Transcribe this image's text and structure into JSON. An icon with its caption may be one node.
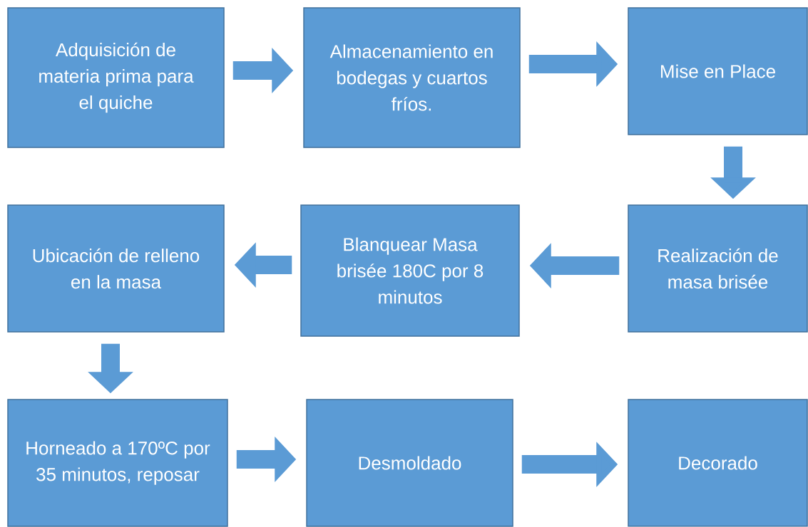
{
  "diagram": {
    "nodes": [
      {
        "text": [
          "Adquisición de materia prima para el quiche"
        ]
      },
      {
        "text": [
          "Almacenamiento en bodegas y cuartos fríos."
        ]
      },
      {
        "text": [
          "Mise en Place"
        ]
      },
      {
        "text": [
          "Realización de masa brisée"
        ]
      },
      {
        "text": [
          "Blanquear Masa brisée 180C por 8 minutos"
        ]
      },
      {
        "text": [
          "Ubicación de relleno en la masa"
        ]
      },
      {
        "text": [
          "Horneado a 170ºC por 35 minutos, reposar"
        ]
      },
      {
        "text": [
          "Desmoldado"
        ]
      },
      {
        "text": [
          "Decorado"
        ]
      }
    ],
    "edges": [
      {
        "from": 0,
        "to": 1,
        "arrow": "to"
      },
      {
        "from": 1,
        "to": 2,
        "arrow": "to"
      },
      {
        "from": 2,
        "to": 3,
        "arrow": "to"
      },
      {
        "from": 3,
        "to": 4,
        "arrow": "to"
      },
      {
        "from": 4,
        "to": 5,
        "arrow": "to"
      },
      {
        "from": 5,
        "to": 6,
        "arrow": "to"
      },
      {
        "from": 6,
        "to": 7,
        "arrow": "to"
      },
      {
        "from": 7,
        "to": 8,
        "arrow": "to"
      }
    ]
  }
}
